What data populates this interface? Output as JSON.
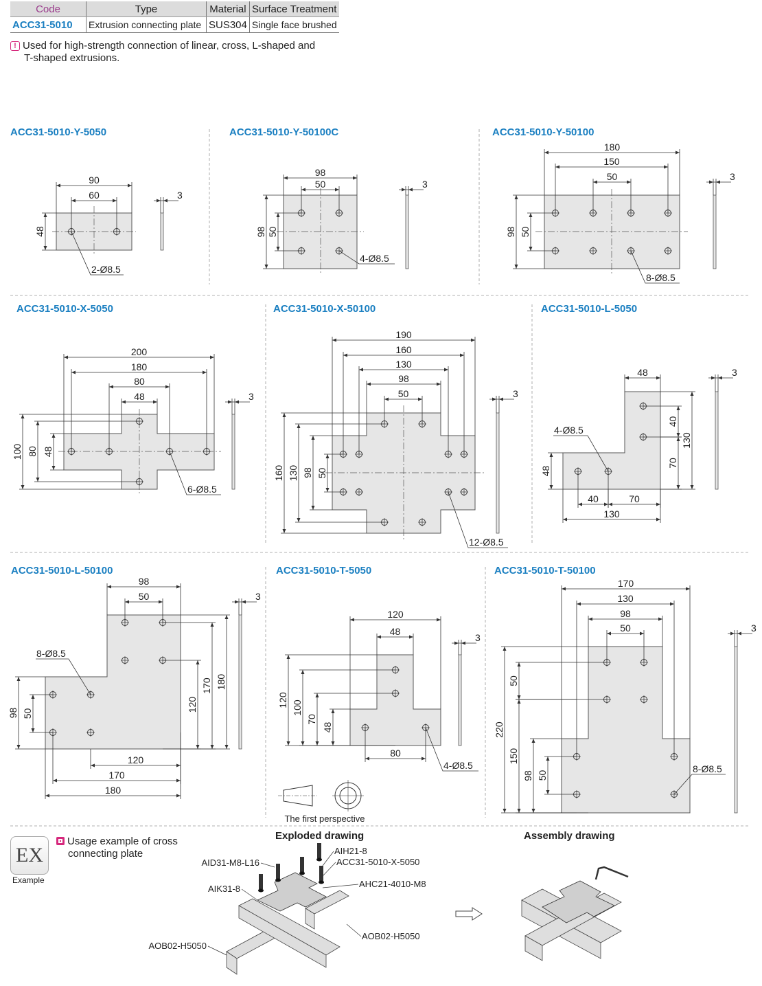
{
  "table": {
    "headers": [
      "Code",
      "Type",
      "Material",
      "Surface Treatment"
    ],
    "row": [
      "ACC31-5010",
      "Extrusion connecting plate",
      "SUS304",
      "Single face brushed"
    ]
  },
  "note": {
    "line1": "Used for high-strength connection of linear, cross, L-shaped and",
    "line2": "T-shaped extrusions."
  },
  "drawings": [
    {
      "title": "ACC31-5010-Y-5050",
      "dims": [
        "90",
        "60",
        "48"
      ],
      "holes": "2-Ø8.5",
      "thickness": "3"
    },
    {
      "title": "ACC31-5010-Y-50100C",
      "dims": [
        "98",
        "50",
        "98",
        "50"
      ],
      "holes": "4-Ø8.5",
      "thickness": "3"
    },
    {
      "title": "ACC31-5010-Y-50100",
      "dims": [
        "180",
        "150",
        "50",
        "98",
        "50"
      ],
      "holes": "8-Ø8.5",
      "thickness": "3"
    },
    {
      "title": "ACC31-5010-X-5050",
      "dims": [
        "200",
        "180",
        "80",
        "48",
        "100",
        "80",
        "48"
      ],
      "holes": "6-Ø8.5",
      "thickness": "3"
    },
    {
      "title": "ACC31-5010-X-50100",
      "dims": [
        "190",
        "160",
        "130",
        "98",
        "50",
        "160",
        "130",
        "98",
        "50"
      ],
      "holes": "12-Ø8.5",
      "thickness": "3"
    },
    {
      "title": "ACC31-5010-L-5050",
      "dims": [
        "48",
        "40",
        "70",
        "130",
        "48",
        "40",
        "70",
        "130"
      ],
      "holes": "4-Ø8.5",
      "thickness": "3"
    },
    {
      "title": "ACC31-5010-L-50100",
      "dims": [
        "98",
        "50",
        "120",
        "170",
        "180",
        "98",
        "50",
        "120",
        "170",
        "180"
      ],
      "holes": "8-Ø8.5",
      "thickness": "3"
    },
    {
      "title": "ACC31-5010-T-5050",
      "dims": [
        "120",
        "48",
        "120",
        "100",
        "70",
        "48",
        "80"
      ],
      "holes": "4-Ø8.5",
      "thickness": "3"
    },
    {
      "title": "ACC31-5010-T-50100",
      "dims": [
        "170",
        "130",
        "98",
        "50",
        "220",
        "150",
        "50",
        "98",
        "50"
      ],
      "holes": "8-Ø8.5",
      "thickness": "3"
    }
  ],
  "perspective_label": "The first perspective",
  "example": {
    "badge": "EX",
    "badge_label": "Example",
    "heading_line1": "Usage example of cross",
    "heading_line2": "connecting plate",
    "exploded_title": "Exploded drawing",
    "assembly_title": "Assembly drawing",
    "parts": [
      "AIH21-8",
      "ACC31-5010-X-5050",
      "AID31-M8-L16",
      "AHC21-4010-M8",
      "AIK31-8",
      "AOB02-H5050",
      "AOB02-H5050"
    ]
  },
  "colors": {
    "accent": "#1a7fc1",
    "code_header": "#9a3b8c",
    "marker": "#d6297d",
    "plate": "#e6e6e6"
  }
}
